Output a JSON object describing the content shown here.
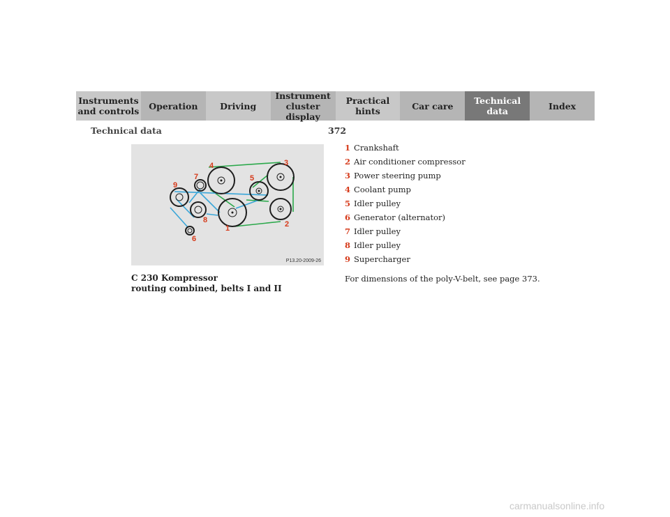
{
  "nav": {
    "tabs": [
      {
        "label": "Instruments\nand controls",
        "active": false
      },
      {
        "label": "Operation",
        "active": false
      },
      {
        "label": "Driving",
        "active": false
      },
      {
        "label": "Instrument\ncluster display",
        "active": false
      },
      {
        "label": "Practical hints",
        "active": false
      },
      {
        "label": "Car care",
        "active": false
      },
      {
        "label": "Technical\ndata",
        "active": true
      },
      {
        "label": "Index",
        "active": false
      }
    ]
  },
  "header": {
    "section_title": "Technical data",
    "page_number": "372"
  },
  "figure": {
    "reference": "P13.20-2009-26",
    "caption_line1": "C 230 Kompressor",
    "caption_line2": "routing combined, belts I and II",
    "colors": {
      "belt_1": "#2aa84a",
      "belt_2": "#3aa6d8",
      "callout": "#d63a1a",
      "background": "#e3e3e3"
    },
    "pulley_labels": [
      "1",
      "2",
      "3",
      "4",
      "5",
      "6",
      "7",
      "8",
      "9"
    ]
  },
  "legend": [
    {
      "num": "1",
      "text": "Crankshaft"
    },
    {
      "num": "2",
      "text": "Air conditioner compressor"
    },
    {
      "num": "3",
      "text": "Power steering pump"
    },
    {
      "num": "4",
      "text": "Coolant pump"
    },
    {
      "num": "5",
      "text": "Idler pulley"
    },
    {
      "num": "6",
      "text": "Generator (alternator)"
    },
    {
      "num": "7",
      "text": "Idler pulley"
    },
    {
      "num": "8",
      "text": "Idler pulley"
    },
    {
      "num": "9",
      "text": "Supercharger"
    }
  ],
  "footnote": "For dimensions of the poly-V-belt, see page 373.",
  "watermark": "carmanualsonline.info"
}
